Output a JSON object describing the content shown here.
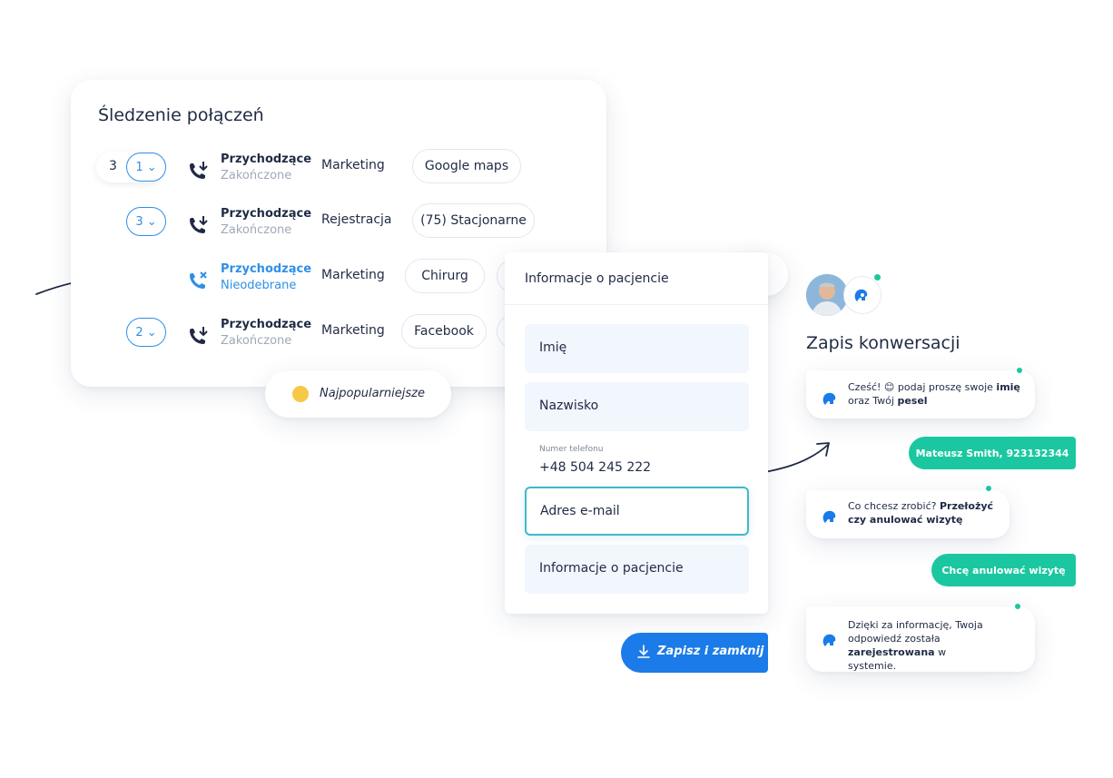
{
  "tracking": {
    "title": "Śledzenie połączeń",
    "group_count": "3",
    "rows": [
      {
        "count": "1",
        "chevron": "⌄",
        "type": "Przychodzące",
        "status": "Zakończone",
        "category": "Marketing",
        "sources": [
          "Google maps"
        ],
        "icon": "incoming-call-icon"
      },
      {
        "count": "3",
        "chevron": "⌄",
        "type": "Przychodzące",
        "status": "Zakończone",
        "category": "Rejestracja",
        "sources": [
          "(75) Stacjonarne"
        ],
        "icon": "incoming-call-icon"
      },
      {
        "count": "",
        "chevron": "",
        "type": "Przychodzące",
        "status": "Nieodebrane",
        "category": "Marketing",
        "sources": [
          "Chirurg"
        ],
        "icon": "missed-call-icon"
      },
      {
        "count": "2",
        "chevron": "⌄",
        "type": "Przychodzące",
        "status": "Zakończone",
        "category": "Marketing",
        "sources": [
          "Facebook"
        ],
        "icon": "incoming-call-icon"
      }
    ]
  },
  "popular": {
    "label": "Najpopularniejsze",
    "icon": "smiling-emoji-icon"
  },
  "patient": {
    "title": "Informacje o pacjencie",
    "fields": {
      "first_name": "Imię",
      "last_name": "Nazwisko",
      "phone_label": "Numer telefonu",
      "phone_value": "+48 504 245 222",
      "email": "Adres e-mail",
      "info": "Informacje o pacjencie"
    }
  },
  "save": {
    "label": "Zapisz i zamknij",
    "icon": "download-icon"
  },
  "conversation": {
    "title": "Zapis konwersacji",
    "messages": [
      {
        "from": "bot",
        "parts": [
          "Cześć! ",
          "😊",
          " podaj proszę swoje ",
          "imię",
          " oraz Twój ",
          "pesel"
        ]
      },
      {
        "from": "user",
        "text": "Mateusz Smith, 923132344"
      },
      {
        "from": "bot",
        "parts": [
          "Co chcesz zrobić? ",
          "Przełożyć czy anulować wizytę"
        ]
      },
      {
        "from": "user",
        "text": "Chcę anulować wizytę"
      },
      {
        "from": "bot",
        "parts": [
          "Dzięki za informację, Twoja odpowiedź została ",
          "zarejestrowana",
          " w systemie."
        ]
      }
    ]
  },
  "colors": {
    "accent": "#1b7be8",
    "teal": "#1bc7a0",
    "text": "#1f2a44",
    "muted": "#a0a8b8"
  }
}
